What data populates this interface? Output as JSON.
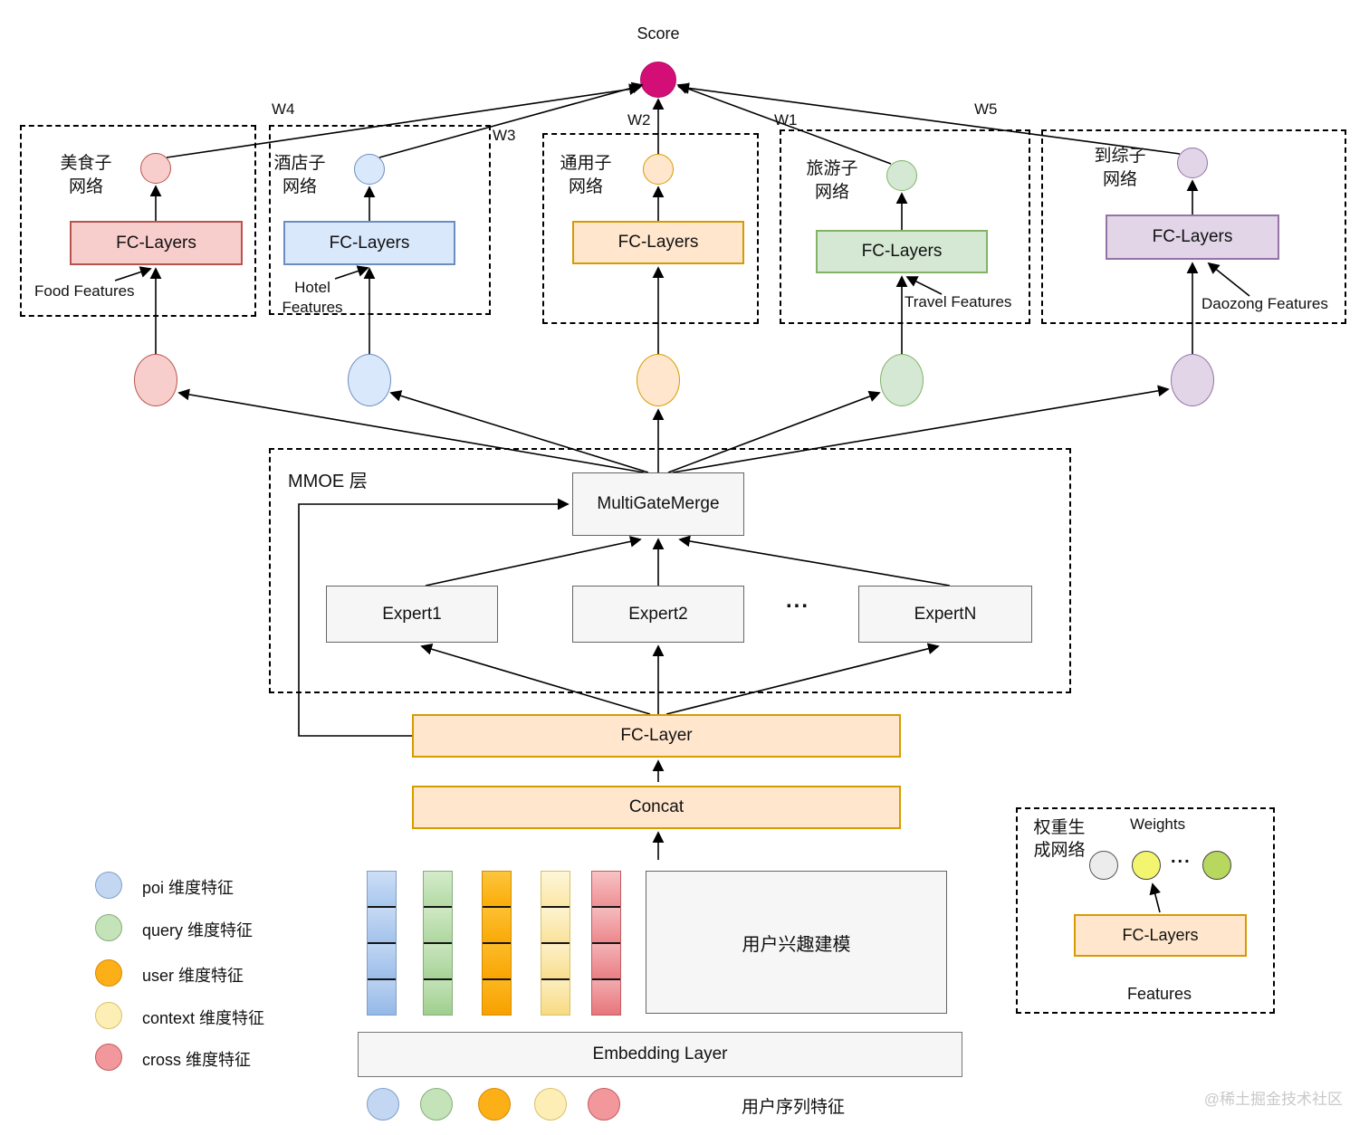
{
  "score": {
    "label": "Score",
    "color": "#d40e77"
  },
  "weight_labels": {
    "w1": "W1",
    "w2": "W2",
    "w3": "W3",
    "w4": "W4",
    "w5": "W5"
  },
  "subnetworks": [
    {
      "title": "美食子网络",
      "fc_label": "FC-Layers",
      "features_label": "Food Features",
      "fill": "#f8cecc",
      "stroke": "#b85450"
    },
    {
      "title": "酒店子网络",
      "fc_label": "FC-Layers",
      "features_label": "Hotel Features",
      "fill": "#dae8fc",
      "stroke": "#6c8ebf"
    },
    {
      "title": "通用子网络",
      "fc_label": "FC-Layers",
      "features_label": "",
      "fill": "#ffe6cc",
      "stroke": "#d79b00"
    },
    {
      "title": "旅游子网络",
      "fc_label": "FC-Layers",
      "features_label": "Travel Features",
      "fill": "#d5e8d4",
      "stroke": "#82b366"
    },
    {
      "title": "到综子网络",
      "fc_label": "FC-Layers",
      "features_label": "Daozong Features",
      "fill": "#e1d5e7",
      "stroke": "#9673a6"
    }
  ],
  "mmoe": {
    "title": "MMOE 层",
    "merge_label": "MultiGateMerge",
    "expert1": "Expert1",
    "expert2": "Expert2",
    "expert_n": "ExpertN",
    "dots": "..."
  },
  "pipeline": {
    "fc_layer": "FC-Layer",
    "concat": "Concat",
    "user_interest": "用户兴趣建模",
    "embedding": "Embedding Layer",
    "user_sequence": "用户序列特征"
  },
  "legend": {
    "items": [
      {
        "label": "poi 维度特征",
        "fill": "#c3d7f3"
      },
      {
        "label": "query 维度特征",
        "fill": "#c4e3b8"
      },
      {
        "label": "user 维度特征",
        "fill": "#fcaf17"
      },
      {
        "label": "context 维度特征",
        "fill": "#fdeeb5"
      },
      {
        "label": "cross 维度特征",
        "fill": "#f2989c"
      }
    ]
  },
  "weight_generator": {
    "title": "权重生成网络",
    "weights_label": "Weights",
    "dots": "...",
    "fc_label": "FC-Layers",
    "features_label": "Features"
  },
  "watermark": "@稀土掘金技术社区"
}
